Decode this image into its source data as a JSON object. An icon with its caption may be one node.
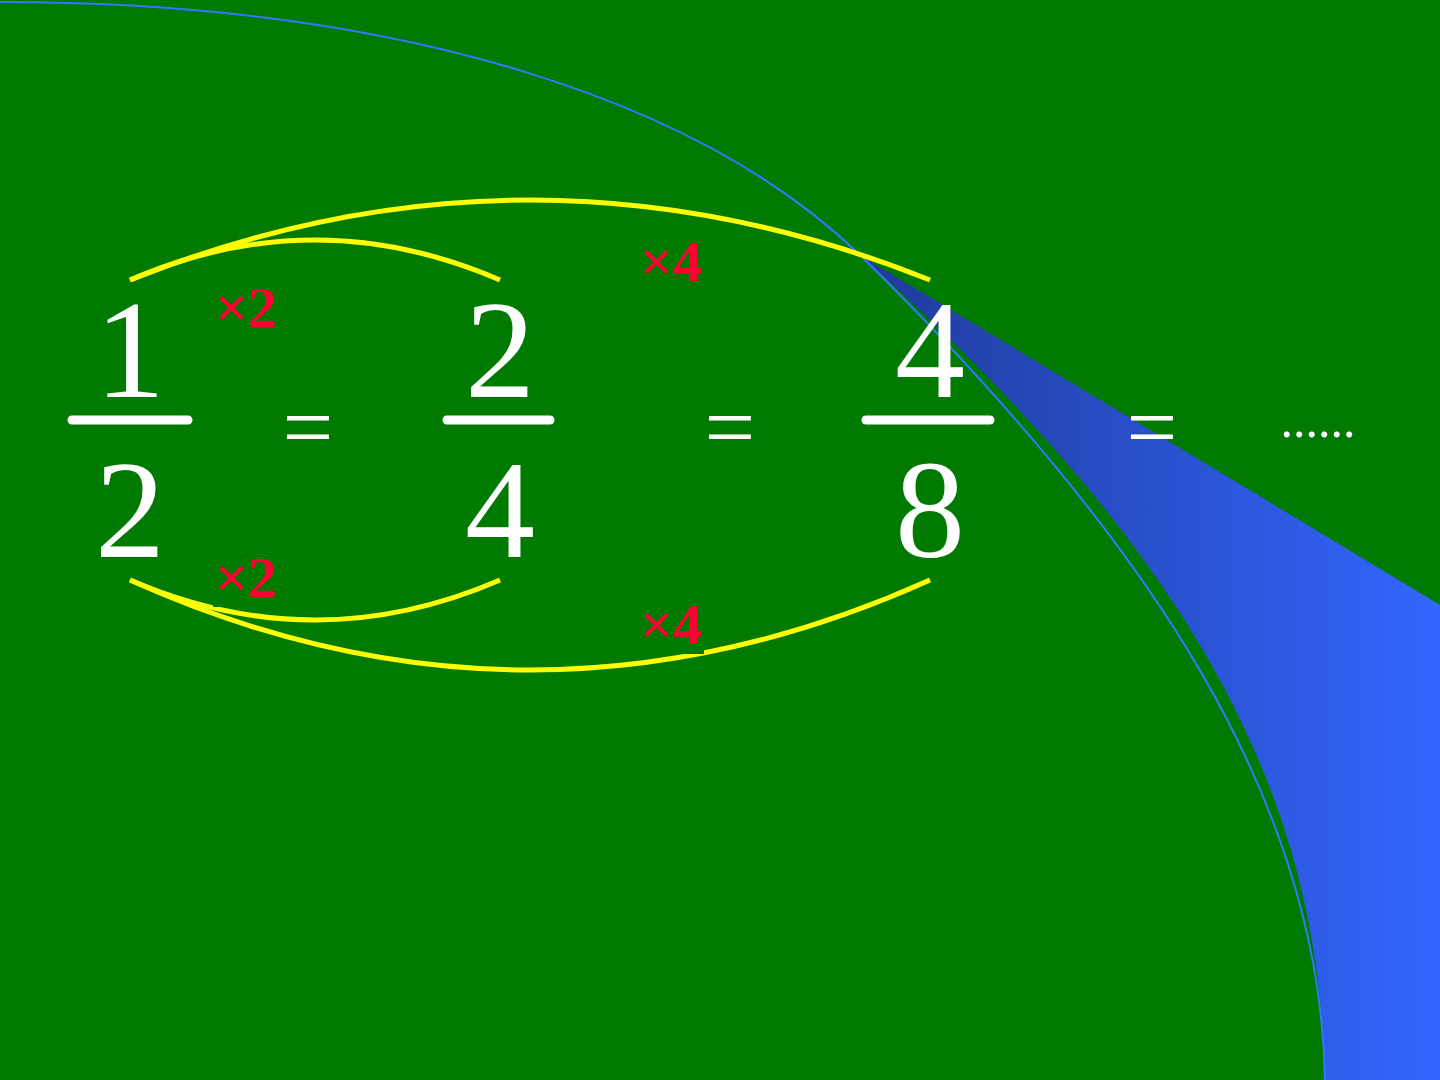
{
  "diagram": {
    "nodes": [
      {
        "text": [
          "1"
        ]
      },
      {
        "text": [
          "2"
        ]
      },
      {
        "text": [
          "4"
        ]
      },
      {
        "text": [
          "2"
        ]
      },
      {
        "text": [
          "4"
        ]
      },
      {
        "text": [
          "8"
        ]
      }
    ],
    "edges": [
      {
        "from": 0,
        "to": 1,
        "arrow": "none",
        "label": "×2"
      },
      {
        "from": 0,
        "to": 2,
        "arrow": "none",
        "label": "×4"
      },
      {
        "from": 3,
        "to": 4,
        "arrow": "none",
        "label": "×2"
      },
      {
        "from": 3,
        "to": 5,
        "arrow": "none",
        "label": "×4"
      }
    ],
    "labels": [
      "=",
      "=",
      "=",
      "......"
    ]
  }
}
